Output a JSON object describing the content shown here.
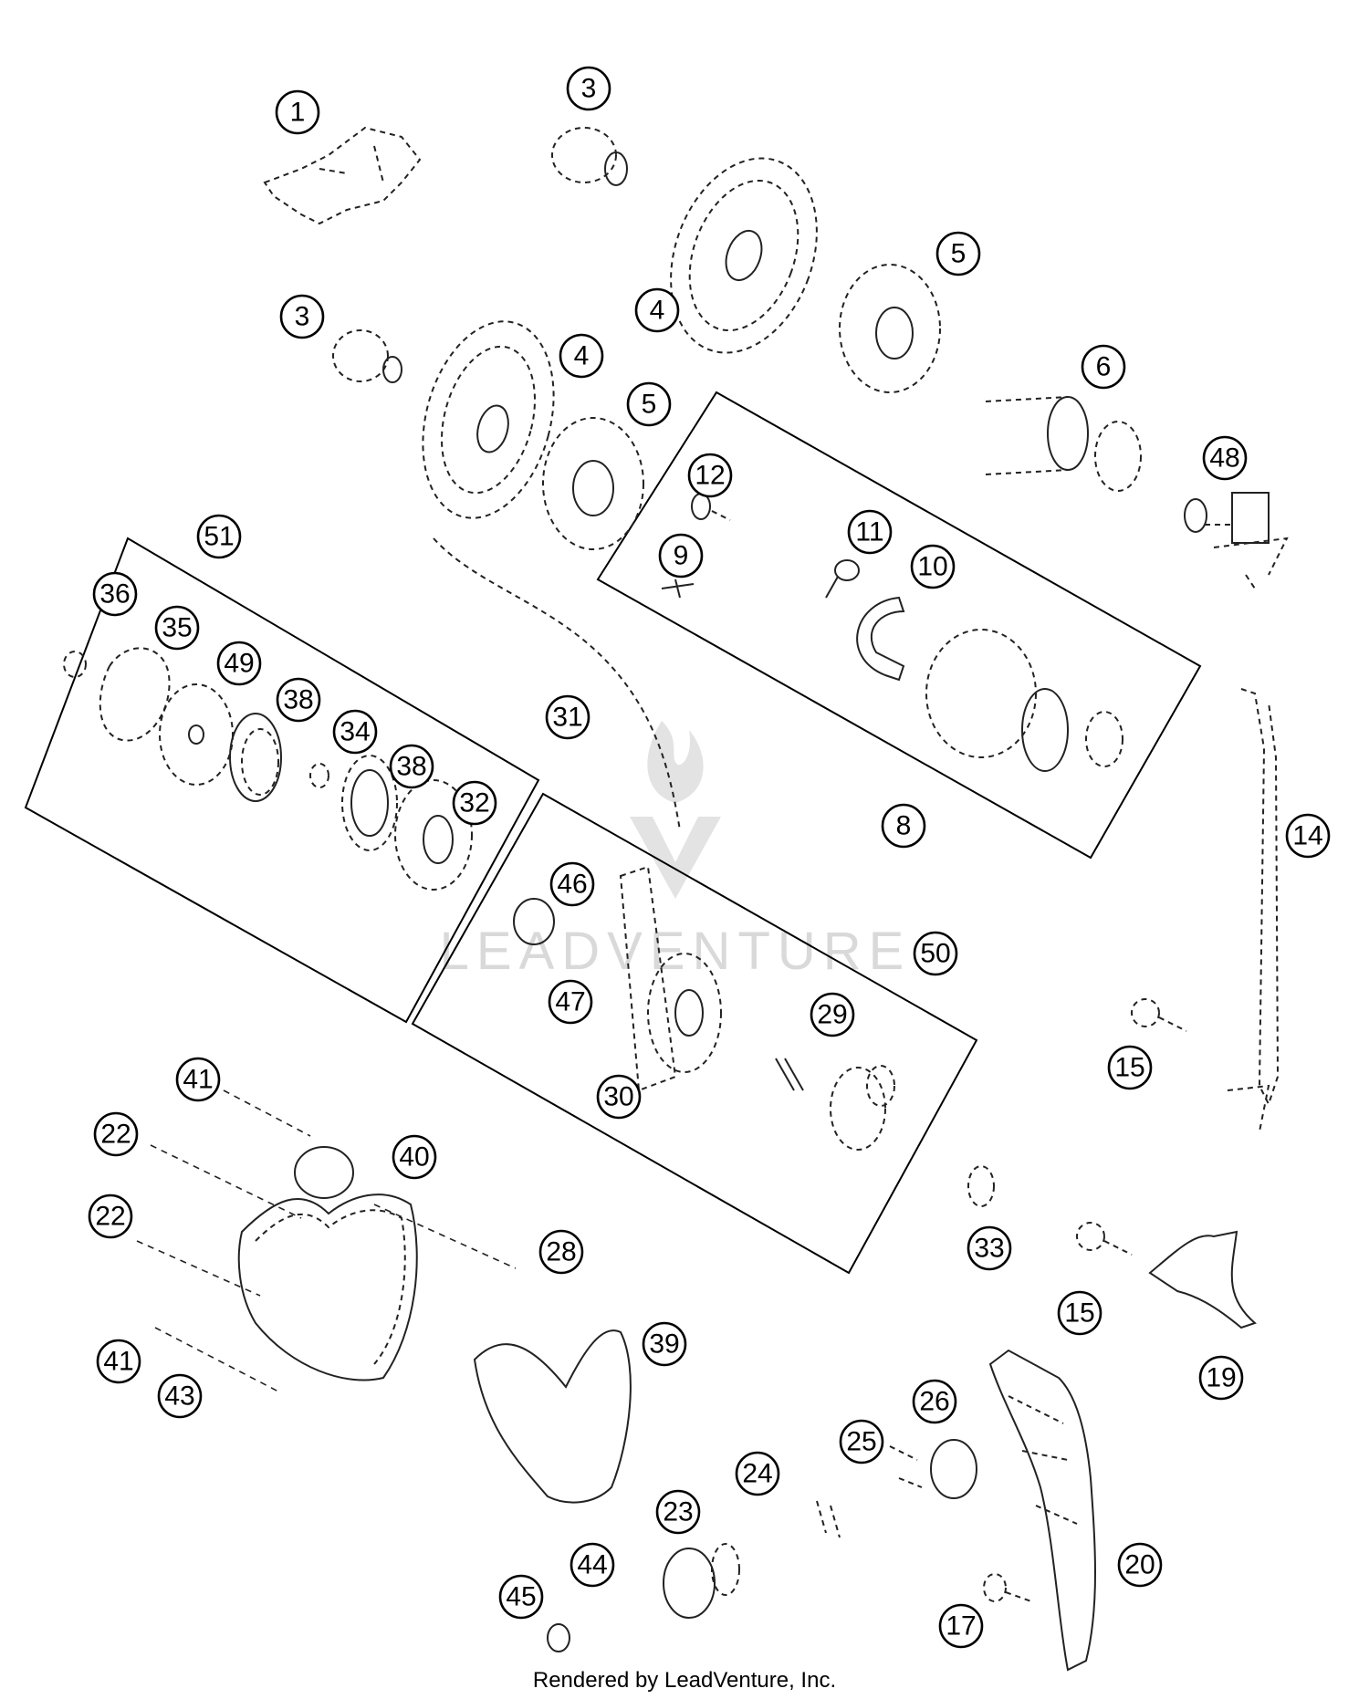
{
  "watermark": "LEADVENTURE",
  "credit": "Rendered by LeadVenture, Inc.",
  "callouts": [
    {
      "id": "c1",
      "label": "1"
    },
    {
      "id": "c3a",
      "label": "3"
    },
    {
      "id": "c3b",
      "label": "3"
    },
    {
      "id": "c4a",
      "label": "4"
    },
    {
      "id": "c4b",
      "label": "4"
    },
    {
      "id": "c5a",
      "label": "5"
    },
    {
      "id": "c5b",
      "label": "5"
    },
    {
      "id": "c6",
      "label": "6"
    },
    {
      "id": "c48",
      "label": "48"
    },
    {
      "id": "c12",
      "label": "12"
    },
    {
      "id": "c9",
      "label": "9"
    },
    {
      "id": "c11",
      "label": "11"
    },
    {
      "id": "c10",
      "label": "10"
    },
    {
      "id": "c51",
      "label": "51"
    },
    {
      "id": "c36",
      "label": "36"
    },
    {
      "id": "c35",
      "label": "35"
    },
    {
      "id": "c49",
      "label": "49"
    },
    {
      "id": "c38a",
      "label": "38"
    },
    {
      "id": "c34",
      "label": "34"
    },
    {
      "id": "c38b",
      "label": "38"
    },
    {
      "id": "c32",
      "label": "32"
    },
    {
      "id": "c31",
      "label": "31"
    },
    {
      "id": "c8",
      "label": "8"
    },
    {
      "id": "c14",
      "label": "14"
    },
    {
      "id": "c46",
      "label": "46"
    },
    {
      "id": "c50",
      "label": "50"
    },
    {
      "id": "c47",
      "label": "47"
    },
    {
      "id": "c29",
      "label": "29"
    },
    {
      "id": "c30",
      "label": "30"
    },
    {
      "id": "c15a",
      "label": "15"
    },
    {
      "id": "c41a",
      "label": "41"
    },
    {
      "id": "c22a",
      "label": "22"
    },
    {
      "id": "c40",
      "label": "40"
    },
    {
      "id": "c22b",
      "label": "22"
    },
    {
      "id": "c28",
      "label": "28"
    },
    {
      "id": "c33",
      "label": "33"
    },
    {
      "id": "c15b",
      "label": "15"
    },
    {
      "id": "c19",
      "label": "19"
    },
    {
      "id": "c39",
      "label": "39"
    },
    {
      "id": "c41b",
      "label": "41"
    },
    {
      "id": "c43",
      "label": "43"
    },
    {
      "id": "c26",
      "label": "26"
    },
    {
      "id": "c25",
      "label": "25"
    },
    {
      "id": "c24",
      "label": "24"
    },
    {
      "id": "c23",
      "label": "23"
    },
    {
      "id": "c44",
      "label": "44"
    },
    {
      "id": "c45",
      "label": "45"
    },
    {
      "id": "c20",
      "label": "20"
    },
    {
      "id": "c17",
      "label": "17"
    }
  ]
}
